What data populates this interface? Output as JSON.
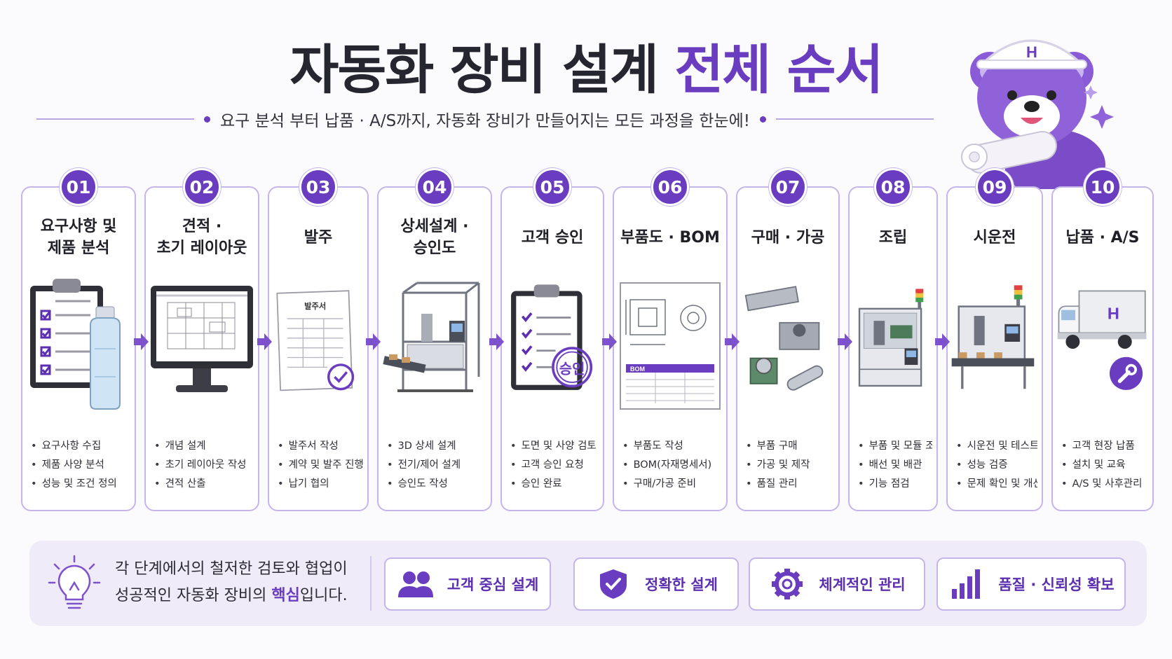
{
  "header": {
    "title_main": "자동화 장비 설계 ",
    "title_accent": "전체 순서",
    "subtitle": "요구 분석 부터 납품 · A/S까지, 자동화 장비가 만들어지는 모든 과정을 한눈에!"
  },
  "mascot": {
    "helmet_letter": "H"
  },
  "steps": [
    {
      "num": "01",
      "title": "요구사항 및\n제품 분석",
      "bullets": [
        "요구사항 수집",
        "제품 사양 분석",
        "성능 및 조건 정의"
      ]
    },
    {
      "num": "02",
      "title": "견적 ·\n초기 레이아웃",
      "bullets": [
        "개념 설계",
        "초기 레이아웃 작성",
        "견적 산출"
      ]
    },
    {
      "num": "03",
      "title": "발주",
      "doc_label": "발주서",
      "bullets": [
        "발주서 작성",
        "계약 및 발주 진행",
        "납기 협의"
      ]
    },
    {
      "num": "04",
      "title": "상세설계 ·\n승인도",
      "bullets": [
        "3D 상세 설계",
        "전기/제어 설계",
        "승인도 작성"
      ]
    },
    {
      "num": "05",
      "title": "고객 승인",
      "stamp_label": "승인",
      "bullets": [
        "도면 및 사양 검토",
        "고객 승인 요청",
        "승인 완료"
      ]
    },
    {
      "num": "06",
      "title": "부품도 · BOM",
      "doc_label": "BOM",
      "bullets": [
        "부품도 작성",
        "BOM(자재명세서)",
        "구매/가공 준비"
      ]
    },
    {
      "num": "07",
      "title": "구매 · 가공",
      "bullets": [
        "부품 구매",
        "가공 및 제작",
        "품질 관리"
      ]
    },
    {
      "num": "08",
      "title": "조립",
      "bullets": [
        "부품 및 모듈 조립",
        "배선 및 배관",
        "기능 점검"
      ]
    },
    {
      "num": "09",
      "title": "시운전",
      "bullets": [
        "시운전 및 테스트",
        "성능 검증",
        "문제 확인 및 개선"
      ]
    },
    {
      "num": "10",
      "title": "납품 · A/S",
      "truck_letter": "H",
      "bullets": [
        "고객 현장 납품",
        "설치 및 교육",
        "A/S 및 사후관리"
      ]
    }
  ],
  "footer": {
    "line1": "각 단계에서의 철저한 검토와 협업이",
    "line2_pre": "성공적인 자동화 장비의 ",
    "line2_highlight": "핵심",
    "line2_post": "입니다.",
    "pills": [
      {
        "icon": "users-icon",
        "label": "고객 중심 설계"
      },
      {
        "icon": "shield-check-icon",
        "label": "정확한 설계"
      },
      {
        "icon": "gear-icon",
        "label": "체계적인 관리"
      },
      {
        "icon": "bar-chart-icon",
        "label": "품질 · 신뢰성 확보"
      }
    ]
  },
  "colors": {
    "accent": "#6a3cc0",
    "border": "#c6b5ea",
    "footer_bg": "#efebf8"
  }
}
